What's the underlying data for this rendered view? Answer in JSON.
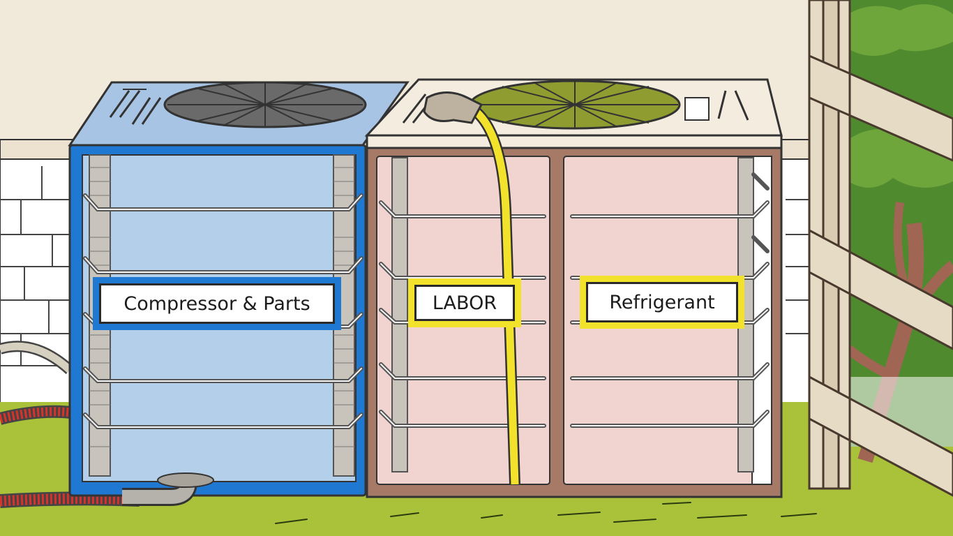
{
  "labels": {
    "compressor": "Compressor & Parts",
    "labor": "LABOR",
    "refrigerant": "Refrigerant"
  },
  "colors": {
    "wall": "#f1e9da",
    "brick": "#ffffff",
    "grass": "#a9c23a",
    "blue_unit_frame": "#1f78d1",
    "blue_unit_panel": "#b3cfe9",
    "pink_unit_frame": "#a77a68",
    "pink_unit_panel": "#f1d4cf",
    "yellow_hose": "#f2e22c",
    "red_hose": "#d8322b",
    "tree_green": "#4f8a2f",
    "trellis": "#e6dcc6"
  }
}
